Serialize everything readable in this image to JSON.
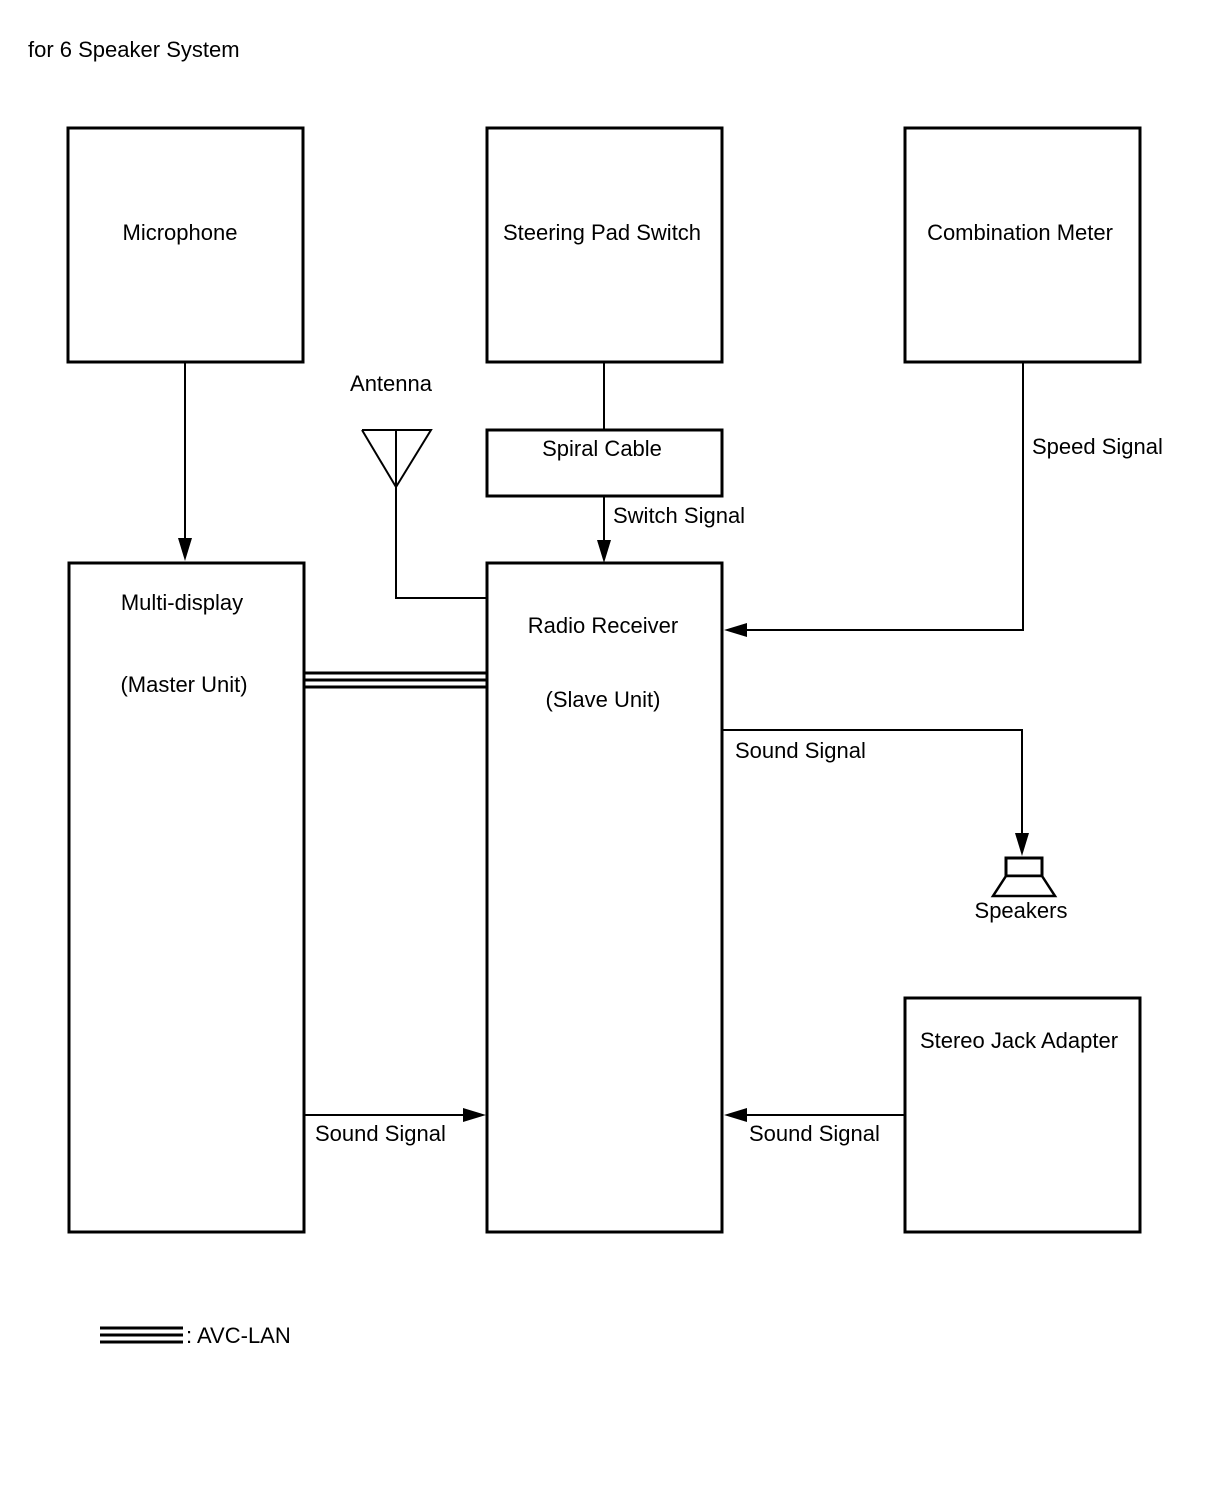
{
  "title": "for 6 Speaker System",
  "components": {
    "microphone": "Microphone",
    "steering_pad_switch": "Steering Pad Switch",
    "combination_meter": "Combination Meter",
    "antenna": "Antenna",
    "spiral_cable": "Spiral Cable",
    "multi_display": "Multi-display",
    "multi_display_role": "(Master Unit)",
    "radio_receiver": "Radio Receiver",
    "radio_receiver_role": "(Slave Unit)",
    "speakers": "Speakers",
    "stereo_jack_adapter": "Stereo Jack Adapter"
  },
  "signals": {
    "switch_signal": "Switch Signal",
    "speed_signal": "Speed Signal",
    "sound_signal_to_speakers": "Sound Signal",
    "sound_signal_from_multi_display": "Sound Signal",
    "sound_signal_from_stereo_jack": "Sound Signal"
  },
  "legend": {
    "avc_lan": ": AVC-LAN"
  }
}
